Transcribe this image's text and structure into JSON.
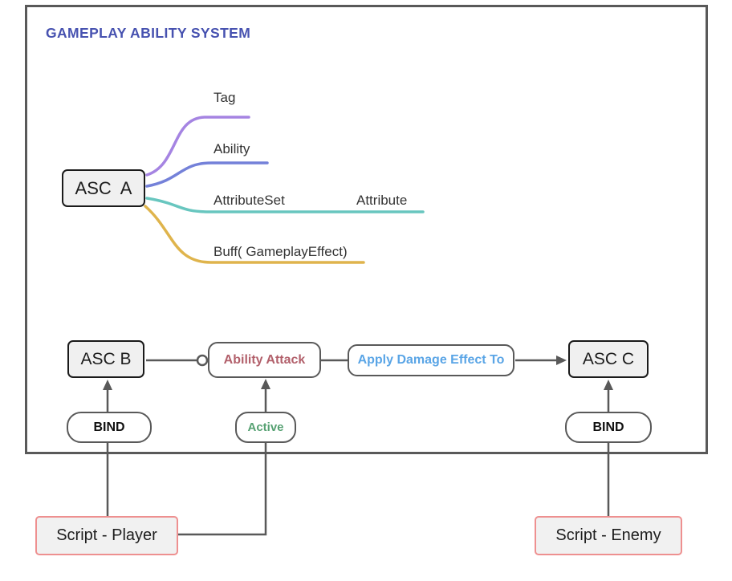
{
  "title": "GAMEPLAY ABILITY SYSTEM",
  "mindmap": {
    "root_label": "ASC  A",
    "branches": [
      {
        "label": "Tag",
        "color": "#a584e2"
      },
      {
        "label": "Ability",
        "color": "#7481d9"
      },
      {
        "label": "AttributeSet",
        "color": "#68c6bf",
        "child_label": "Attribute"
      },
      {
        "label": "Buff( GameplayEffect)",
        "color": "#dfb44c"
      }
    ]
  },
  "flow": {
    "asc_b_label": "ASC B",
    "ability_attack_label": "Ability Attack",
    "apply_damage_label": "Apply Damage Effect To",
    "asc_c_label": "ASC C",
    "bind_left_label": "BIND",
    "active_label": "Active",
    "bind_right_label": "BIND"
  },
  "scripts": {
    "player_label": "Script - Player",
    "enemy_label": "Script - Enemy"
  },
  "colors": {
    "title_text": "#4752b0",
    "frame_border": "#595959",
    "connector_line": "#595959",
    "node_border": "#1a1a1a",
    "node_fill": "#f0f0f0",
    "ability_attack_text": "#b2606b",
    "apply_damage_text": "#5aa5e6",
    "active_text": "#56a172",
    "script_box_border": "#ee9090"
  }
}
